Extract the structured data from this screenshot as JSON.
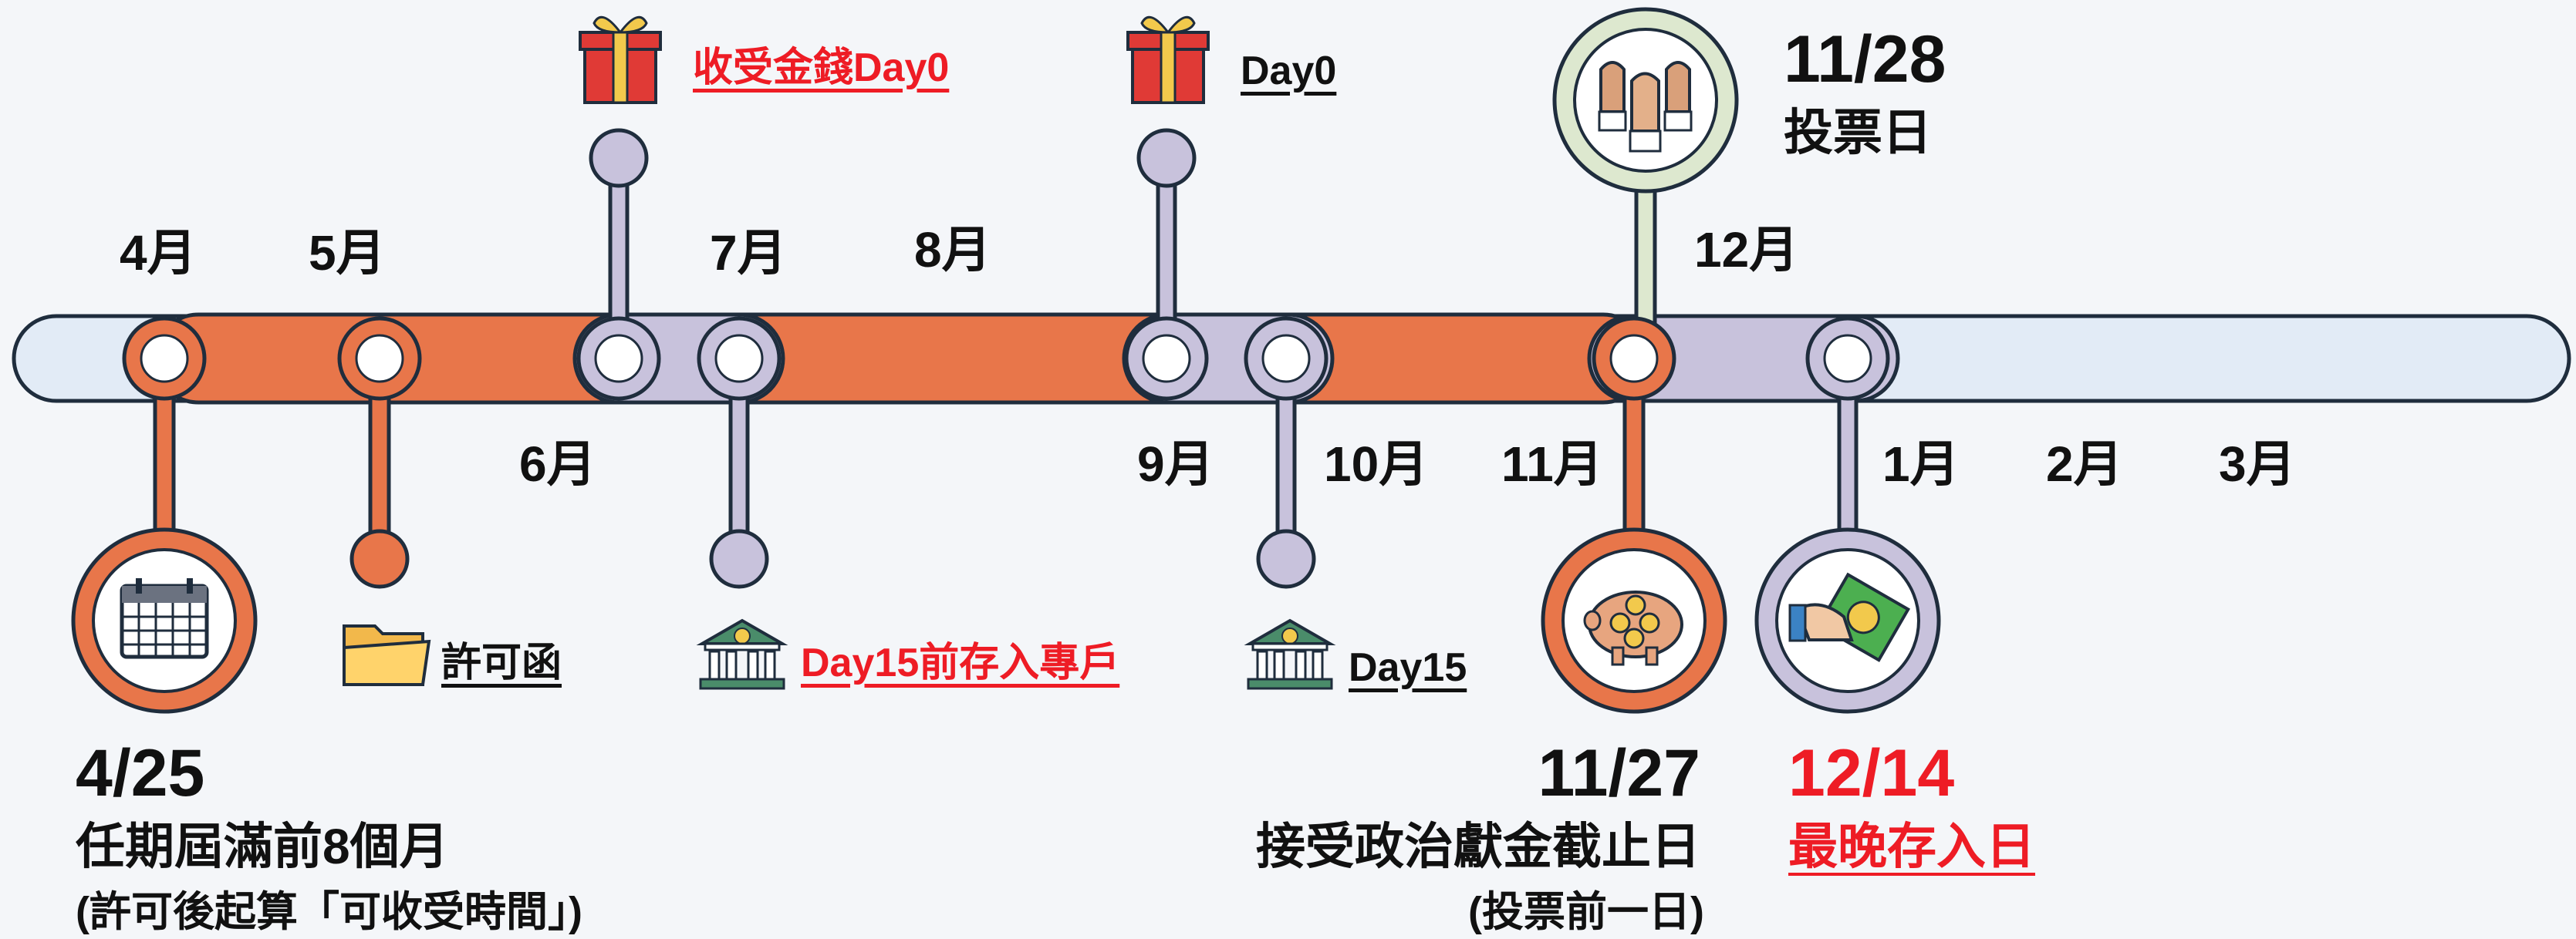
{
  "months": {
    "apr": "4月",
    "may": "5月",
    "jun": "6月",
    "jul": "7月",
    "aug": "8月",
    "sep": "9月",
    "oct": "10月",
    "nov": "11月",
    "dec": "12月",
    "jan": "1月",
    "feb": "2月",
    "mar": "3月"
  },
  "events": {
    "term_start": {
      "date": "4/25",
      "line1": "任期屆滿前8個月",
      "line2": "(許可後起算「可收受時間」)",
      "icon": "calendar-icon"
    },
    "permit": {
      "label": "許可函",
      "icon": "folder-icon"
    },
    "receive_money": {
      "label": "收受金錢Day0",
      "icon": "gift-icon"
    },
    "deposit_account": {
      "label": "Day15前存入專戶",
      "icon": "bank-icon"
    },
    "day0": {
      "label": "Day0",
      "icon": "gift-icon"
    },
    "day15": {
      "label": "Day15",
      "icon": "bank-icon"
    },
    "vote_day": {
      "date": "11/28",
      "label": "投票日",
      "icon": "raised-hands-icon"
    },
    "donation_deadline": {
      "date": "11/27",
      "line1": "接受政治獻金截止日",
      "line2": "(投票前一日)",
      "icon": "piggy-bank-icon"
    },
    "last_deposit": {
      "date": "12/14",
      "label": "最晚存入日",
      "icon": "money-hand-icon"
    }
  },
  "colors": {
    "orange": "#e8764a",
    "lavender": "#c8c2dc",
    "track": "#e2ebf6",
    "sage": "#dde8cf",
    "red_text": "#ee1c25",
    "outline": "#1f2d3d"
  }
}
